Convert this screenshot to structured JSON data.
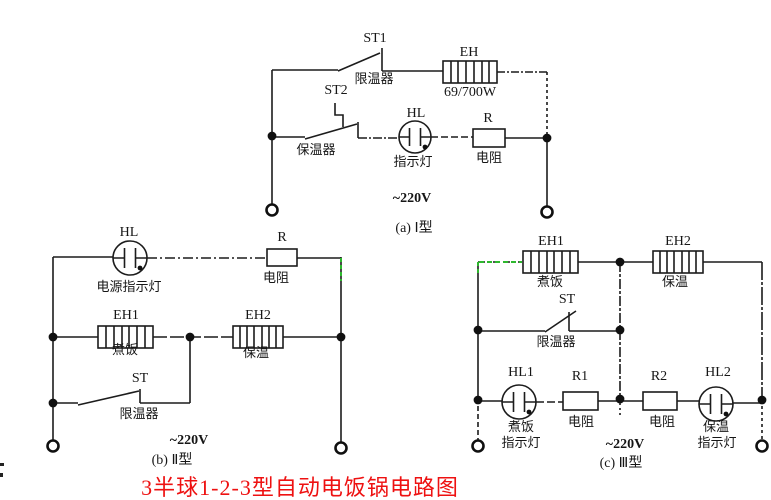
{
  "page": {
    "title": "3半球1-2-3型自动电饭锅电路图",
    "title_color": "#ee1111",
    "wire_color": "#1c1c1c",
    "highlight_color": "#2eb82e"
  },
  "circuit_a": {
    "caption": "(a) Ⅰ型",
    "voltage": "~220V",
    "st1_ref": "ST1",
    "st1_name": "限温器",
    "st2_ref": "ST2",
    "st2_name": "保温器",
    "eh_ref": "EH",
    "eh_rating": "69/700W",
    "hl_ref": "HL",
    "hl_name": "指示灯",
    "r_ref": "R",
    "r_name": "电阻"
  },
  "circuit_b": {
    "caption": "(b) Ⅱ型",
    "voltage": "~220V",
    "hl_ref": "HL",
    "hl_name": "电源指示灯",
    "r_ref": "R",
    "r_name": "电阻",
    "eh1_ref": "EH1",
    "eh1_name": "煮饭",
    "eh2_ref": "EH2",
    "eh2_name": "保温",
    "st_ref": "ST",
    "st_name": "限温器"
  },
  "circuit_c": {
    "caption": "(c) Ⅲ型",
    "voltage": "~220V",
    "eh1_ref": "EH1",
    "eh1_name": "煮饭",
    "eh2_ref": "EH2",
    "eh2_name": "保温",
    "st_ref": "ST",
    "st_name": "限温器",
    "hl1_ref": "HL1",
    "hl1_name1": "煮饭",
    "hl1_name2": "指示灯",
    "r1_ref": "R1",
    "r1_name": "电阻",
    "r2_ref": "R2",
    "r2_name": "电阻",
    "hl2_ref": "HL2",
    "hl2_name1": "保温",
    "hl2_name2": "指示灯"
  }
}
